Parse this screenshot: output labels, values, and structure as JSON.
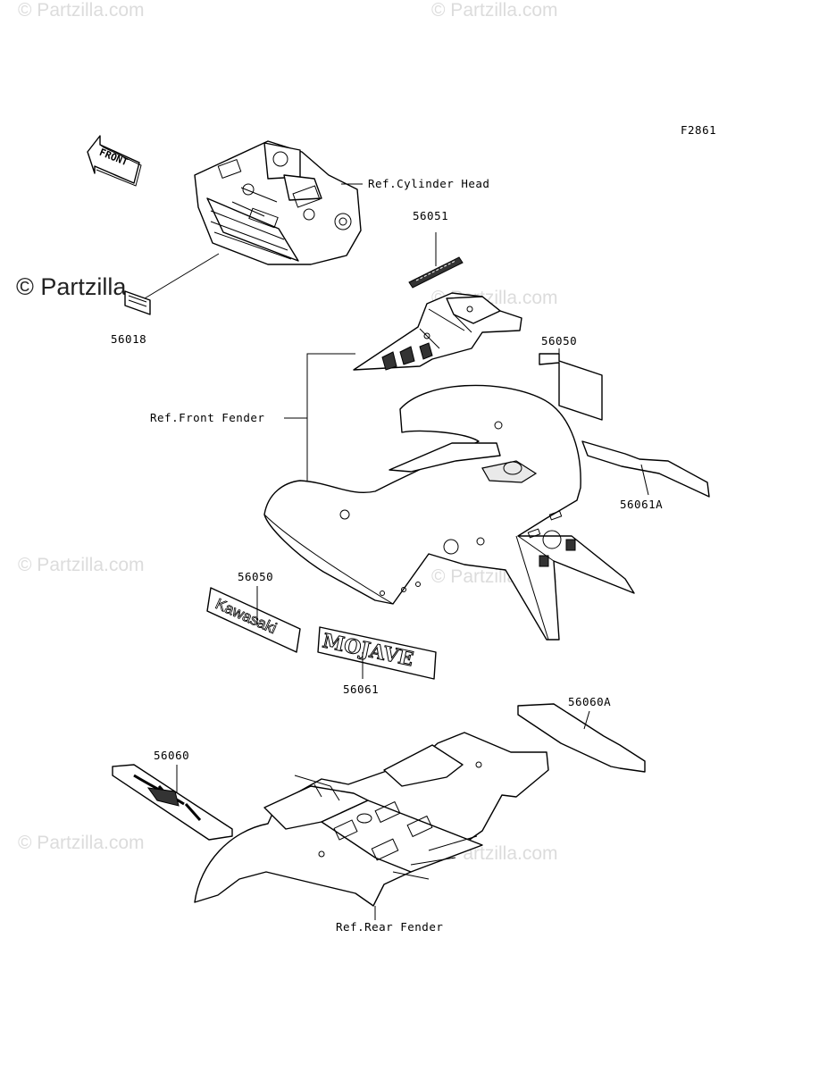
{
  "watermarks": {
    "top_left": "© Partzilla.com",
    "top_right": "© Partzilla.com",
    "main": "© Partzilla",
    "mid_right": "© Partzilla.com",
    "lower_left": "© Partzilla.com",
    "lower_right": "© Partzilla.com",
    "bottom_left": "© Partzilla.com",
    "bottom_right": "© Partzilla.com"
  },
  "diagram_code": "F2861",
  "front_arrow_text": "FRONT",
  "references": {
    "cylinder_head": "Ref.Cylinder Head",
    "front_fender": "Ref.Front Fender",
    "rear_fender": "Ref.Rear Fender"
  },
  "part_numbers": {
    "p56018": "56018",
    "p56051": "56051",
    "p56050_top": "56050",
    "p56061A": "56061A",
    "p56050_mid": "56050",
    "p56061": "56061",
    "p56060A": "56060A",
    "p56060": "56060"
  },
  "decal_text": {
    "kawasaki": "Kawasaki",
    "mojave": "MOJAVE"
  },
  "colors": {
    "line": "#000000",
    "watermark": "#dcdcdc",
    "background": "#ffffff"
  }
}
